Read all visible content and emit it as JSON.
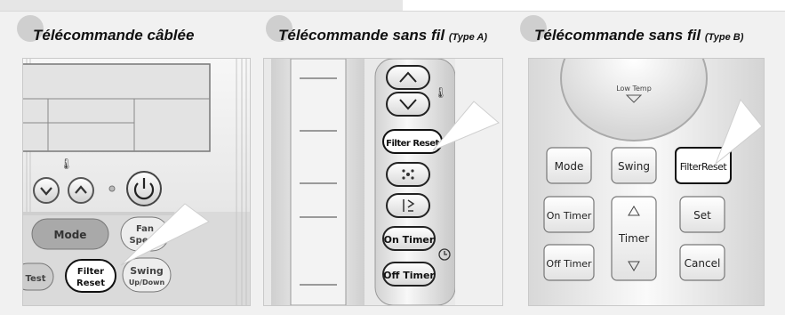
{
  "panels": [
    {
      "title": "Télécommande câblée",
      "subtitle": "",
      "buttons": {
        "mode": "Mode",
        "fan_speed_1": "Fan",
        "fan_speed_2": "Speed",
        "test": "Test",
        "filter_reset_1": "Filter",
        "filter_reset_2": "Reset",
        "swing_1": "Swing",
        "swing_2": "Up/Down"
      }
    },
    {
      "title": "Télécommande sans fil",
      "subtitle": "(Type A)",
      "buttons": {
        "filter_reset": "Filter Reset",
        "on_timer": "On Timer",
        "off_timer": "Off Timer"
      }
    },
    {
      "title": "Télécommande sans fil",
      "subtitle": "(Type B)",
      "buttons": {
        "low_temp": "Low Temp",
        "mode": "Mode",
        "swing": "Swing",
        "filter_reset": "FilterReset",
        "on_timer": "On Timer",
        "set": "Set",
        "timer": "Timer",
        "off_timer": "Off Timer",
        "cancel": "Cancel"
      }
    }
  ]
}
